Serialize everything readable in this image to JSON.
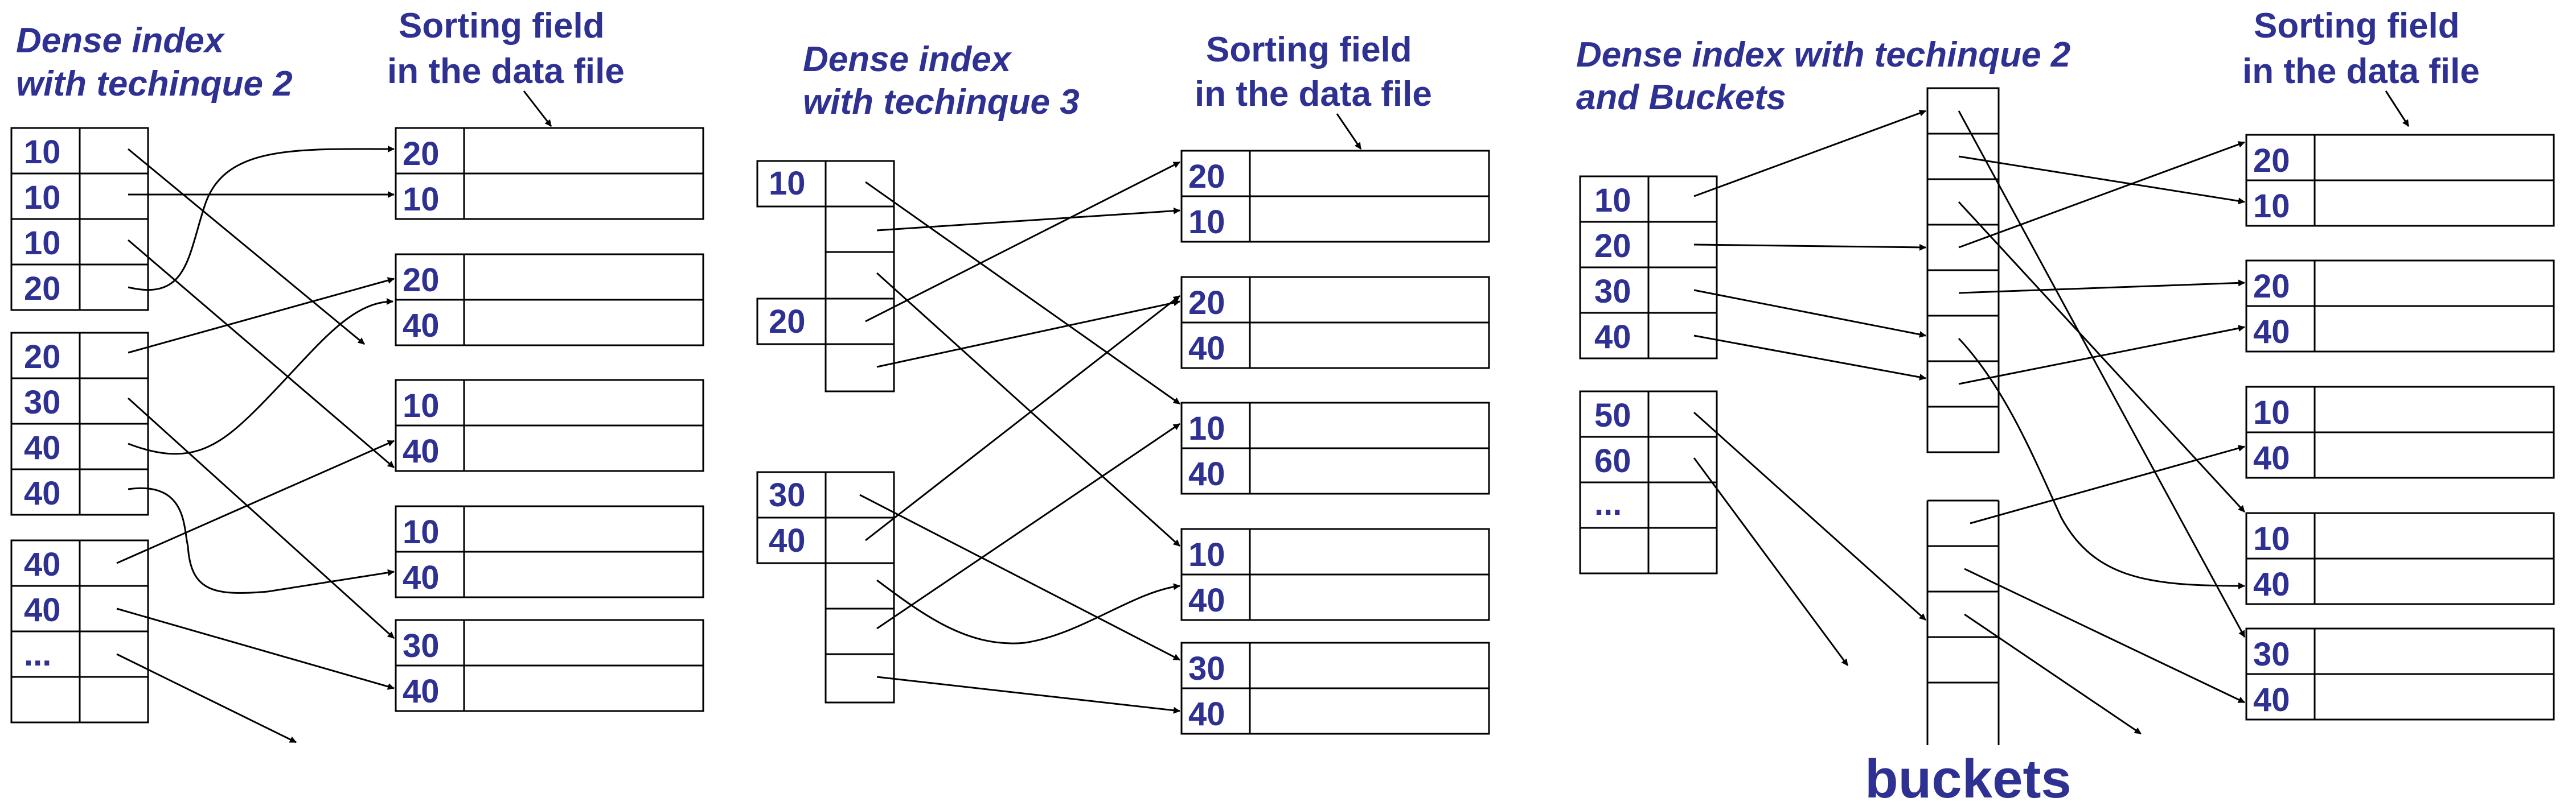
{
  "panel1": {
    "title_line1": "Dense index",
    "title_line2": "with techinque 2",
    "index_keys": [
      "10",
      "10",
      "10",
      "20",
      "20",
      "30",
      "40",
      "40",
      "40",
      "40",
      "..."
    ]
  },
  "panel2": {
    "title_line1": "Dense index",
    "title_line2": "with techinque 3",
    "index_keys": [
      "10",
      "20",
      "30",
      "40"
    ]
  },
  "panel3": {
    "title_line1": "Dense index with techinque 2",
    "title_line2": "and Buckets",
    "index_keys": [
      "10",
      "20",
      "30",
      "40",
      "50",
      "60",
      "..."
    ],
    "buckets_label": "buckets"
  },
  "data_file": {
    "label_line1": "Sorting field",
    "label_line2": "in the data file",
    "blocks": [
      [
        "20",
        "10"
      ],
      [
        "20",
        "40"
      ],
      [
        "10",
        "40"
      ],
      [
        "10",
        "40"
      ],
      [
        "30",
        "40"
      ]
    ]
  }
}
